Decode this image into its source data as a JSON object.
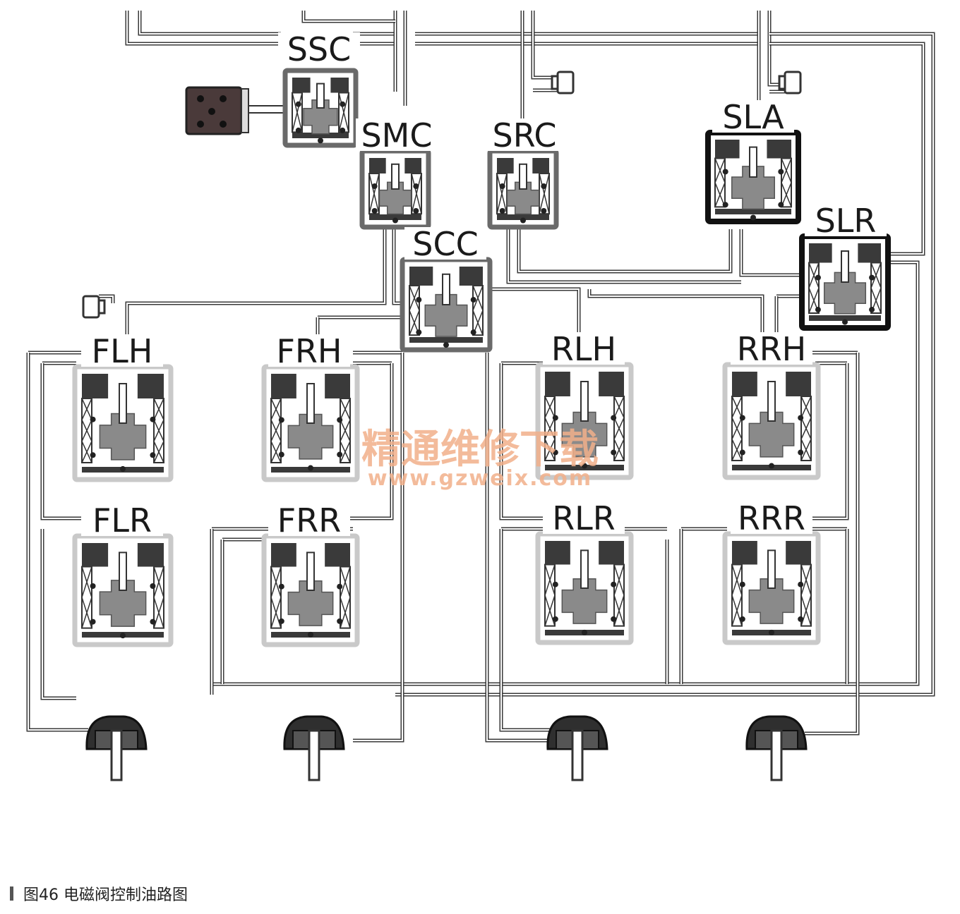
{
  "diagram": {
    "valves": [
      {
        "id": "SSC",
        "kind": "solenoid-mid"
      },
      {
        "id": "SMC",
        "kind": "solenoid-mid"
      },
      {
        "id": "SRC",
        "kind": "solenoid-mid"
      },
      {
        "id": "SLA",
        "kind": "solenoid-dark"
      },
      {
        "id": "SLR",
        "kind": "solenoid-dark"
      },
      {
        "id": "SCC",
        "kind": "solenoid-mid"
      },
      {
        "id": "FLH",
        "kind": "hold-light"
      },
      {
        "id": "FRH",
        "kind": "hold-light"
      },
      {
        "id": "RLH",
        "kind": "hold-light"
      },
      {
        "id": "RRH",
        "kind": "hold-light"
      },
      {
        "id": "FLR",
        "kind": "reduce-light"
      },
      {
        "id": "FRR",
        "kind": "reduce-light"
      },
      {
        "id": "RLR",
        "kind": "reduce-light"
      },
      {
        "id": "RRR",
        "kind": "reduce-light"
      }
    ],
    "watermark": {
      "cn": "精通维修下载",
      "url": "www.gzweix.com"
    }
  },
  "caption": {
    "text": "图46  电磁阀控制油路图"
  }
}
